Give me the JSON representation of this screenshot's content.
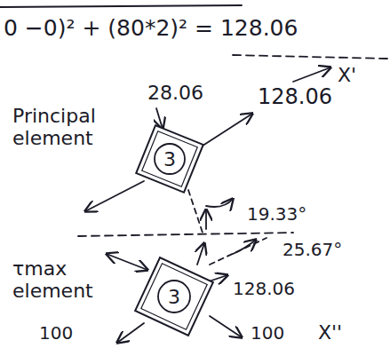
{
  "diagram": {
    "nodes": [
      {
        "text": [
          "3"
        ]
      },
      {
        "text": [
          "3"
        ]
      }
    ],
    "labels": [
      "0 −0)² + (80*2)² = 128.06",
      "28.06",
      "X'",
      "128.06",
      "Principal element",
      "19.33°",
      "25.67°",
      "τmax element",
      "128.06",
      "100",
      "100",
      "X''"
    ]
  }
}
